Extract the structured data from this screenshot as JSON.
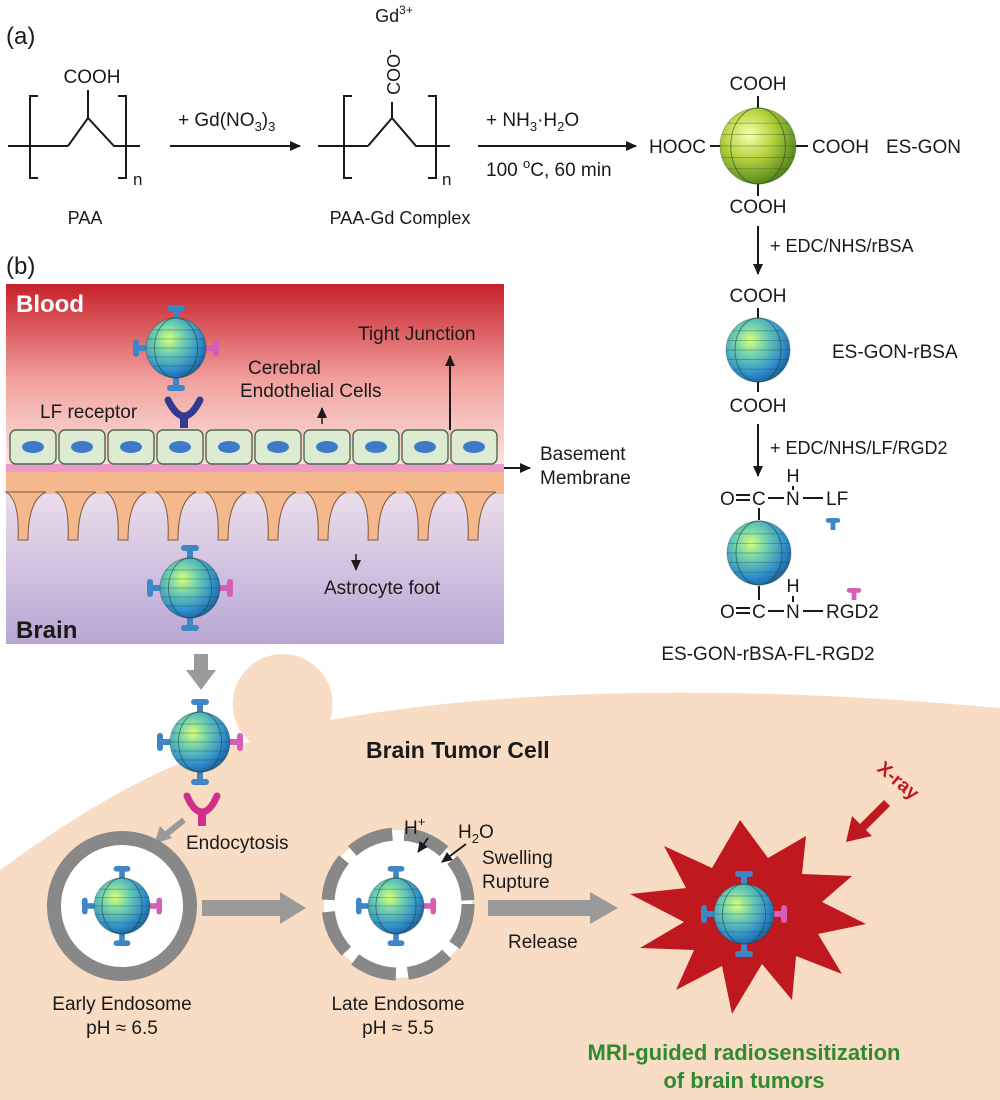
{
  "panel_a": {
    "label": "(a)",
    "paa": {
      "group": "COOH",
      "subscript": "n",
      "name": "PAA"
    },
    "step1": {
      "reagent_prefix": "+ Gd(NO",
      "reagent_sub": "3",
      "reagent_end": ")",
      "reagent_sub2": "3"
    },
    "complex": {
      "ion": "Gd",
      "ion_sup": "3+",
      "group": "COO",
      "minus": "-",
      "subscript": "n",
      "name": "PAA-Gd Complex"
    },
    "step2": {
      "reagent_a": "+ NH",
      "sub": "3",
      "reagent_b": "·H",
      "sub2": "2",
      "reagent_c": "O",
      "cond_a": "100 ",
      "cond_sup": "o",
      "cond_b": "C, 60 min"
    },
    "es_gon": {
      "top": "COOH",
      "left": "HOOC",
      "right": "COOH",
      "bottom": "COOH",
      "name": "ES-GON"
    },
    "step3": "+ EDC/NHS/rBSA",
    "rbsa": {
      "top": "COOH",
      "bottom": "COOH",
      "name": "ES-GON-rBSA"
    },
    "step4": "+ EDC/NHS/LF/RGD2",
    "final": {
      "h1": "H",
      "line1_o": "O",
      "line1_c": "C",
      "line1_n": "N",
      "line1_lf": "LF",
      "h2": "H",
      "line2_o": "O",
      "line2_c": "C",
      "line2_n": "N",
      "line2_rgd": "RGD2",
      "name": "ES-GON-rBSA-FL-RGD2"
    }
  },
  "panel_b": {
    "label": "(b)",
    "blood": "Blood",
    "brain": "Brain",
    "lf_receptor": "LF receptor",
    "endothelial_1": "Cerebral",
    "endothelial_2": "Endothelial Cells",
    "tight_junction": "Tight Junction",
    "basement_1": "Basement",
    "basement_2": "Membrane",
    "astrocyte": "Astrocyte foot",
    "tumor_cell": "Brain Tumor Cell",
    "xray": "X-ray",
    "endocytosis": "Endocytosis",
    "h_ion": "H",
    "h_sup": "+",
    "water_a": "H",
    "water_sub": "2",
    "water_b": "O",
    "swelling": "Swelling",
    "rupture": "Rupture",
    "release": "Release",
    "early_1": "Early Endosome",
    "early_2": "pH ≈ 6.5",
    "late_1": "Late Endosome",
    "late_2": "pH ≈ 5.5",
    "mri_1": "MRI-guided radiosensitization",
    "mri_2": "of brain tumors"
  },
  "colors": {
    "blood_red": "#c8202a",
    "tumor_fill": "#f8dcc4",
    "gray_arrow": "#9a9a9a",
    "dark_red": "#c0181f",
    "mri_green": "#2f8a32",
    "lf_blue": "#3e86c8",
    "rgd_pink": "#d45fb4",
    "endothelial": "#dcebd2",
    "astrocyte": "#f4b88c"
  }
}
